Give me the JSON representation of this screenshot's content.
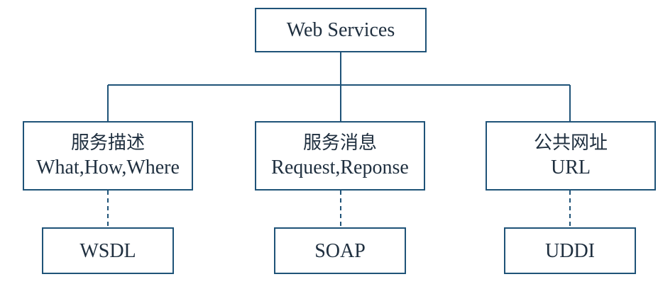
{
  "root": {
    "label": "Web Services"
  },
  "categories": [
    {
      "title": "服务描述",
      "detail": "What,How,Where",
      "protocol": "WSDL"
    },
    {
      "title": "服务消息",
      "detail": "Request,Reponse",
      "protocol": "SOAP"
    },
    {
      "title": "公共网址",
      "detail": "URL",
      "protocol": "UDDI"
    }
  ],
  "colors": {
    "border": "#1f5378",
    "text": "#1f2f3f"
  }
}
